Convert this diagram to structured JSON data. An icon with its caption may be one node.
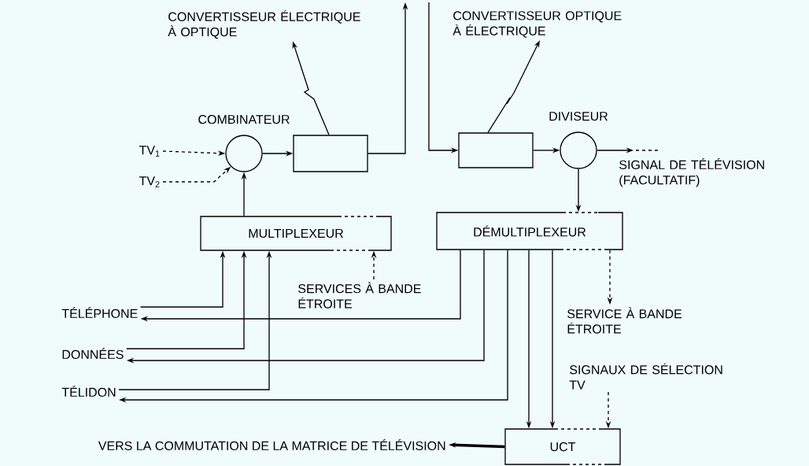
{
  "diagram": {
    "nodes": [
      {
        "text": [
          "CONVERTISSEUR ÉLECTRIQUE À OPTIQUE"
        ]
      },
      {
        "text": [
          "CONVERTISSEUR OPTIQUE À ÉLECTRIQUE"
        ]
      },
      {
        "text": [
          "COMBINATEUR"
        ]
      },
      {
        "text": [
          "TV$_{1}$"
        ]
      },
      {
        "text": [
          "TV$_{2}$"
        ]
      },
      {
        "text": [],
        "shape": "box"
      },
      {
        "text": [],
        "shape": "box"
      },
      {
        "text": [
          "DIVISEUR"
        ]
      },
      {
        "text": [
          "MULTIPLEXEUR"
        ]
      },
      {
        "text": [
          "DÉMULTIPLEXEUR"
        ]
      },
      {
        "text": [
          "SERVICES À BANDE ÉTROITE"
        ]
      },
      {
        "text": [
          "TÉLÉPHONE"
        ]
      },
      {
        "text": [
          "SERVICE À BANDE ÉTROITE"
        ]
      },
      {
        "text": [
          "DONNÉES"
        ]
      },
      {
        "text": [
          "SIGNAUX DE SÉLECTION TV"
        ]
      },
      {
        "text": [
          "TÉLIDON"
        ]
      },
      {
        "text": [
          "VERS LA COMMUTATION DE LA MATRICE DE TÉLÉVISION"
        ]
      },
      {
        "text": [
          "UCT"
        ]
      },
      {
        "text": [
          "SIGNAL DE TÉLÉVISION (FACULTATIF)"
        ]
      }
    ],
    "edges": [
      {
        "from": 3,
        "to": 2,
        "arrow": "to",
        "style": "dashed"
      },
      {
        "from": 4,
        "to": 2,
        "arrow": "to",
        "style": "dashed"
      },
      {
        "from": 8,
        "to": 2,
        "arrow": "to"
      },
      {
        "from": 2,
        "to": 5,
        "arrow": "to"
      },
      {
        "from": 5,
        "to": 0,
        "arrow": "to"
      },
      {
        "from": 5,
        "to": null,
        "arrow": "to"
      },
      {
        "from": null,
        "to": 6,
        "arrow": "to"
      },
      {
        "from": 6,
        "to": 1,
        "arrow": "to"
      },
      {
        "from": 6,
        "to": 7,
        "arrow": "to"
      },
      {
        "from": 7,
        "to": 18,
        "arrow": "to"
      },
      {
        "from": 7,
        "to": 9,
        "arrow": "to"
      },
      {
        "from": 11,
        "to": 8,
        "arrow": "to"
      },
      {
        "from": 13,
        "to": 8,
        "arrow": "to"
      },
      {
        "from": 15,
        "to": 8,
        "arrow": "to"
      },
      {
        "from": 9,
        "to": 11,
        "arrow": "to"
      },
      {
        "from": 9,
        "to": 13,
        "arrow": "to"
      },
      {
        "from": 9,
        "to": 15,
        "arrow": "to"
      },
      {
        "from": 9,
        "to": 17,
        "arrow": "to"
      },
      {
        "from": 9,
        "to": 17,
        "arrow": "to"
      },
      {
        "from": 10,
        "to": 8,
        "arrow": "to",
        "style": "dashed"
      },
      {
        "from": 9,
        "to": 12,
        "arrow": "to",
        "style": "dashed"
      },
      {
        "from": 14,
        "to": 17,
        "arrow": "to",
        "style": "dashed"
      },
      {
        "from": 17,
        "to": 16,
        "arrow": "to",
        "style": "thick"
      }
    ]
  }
}
